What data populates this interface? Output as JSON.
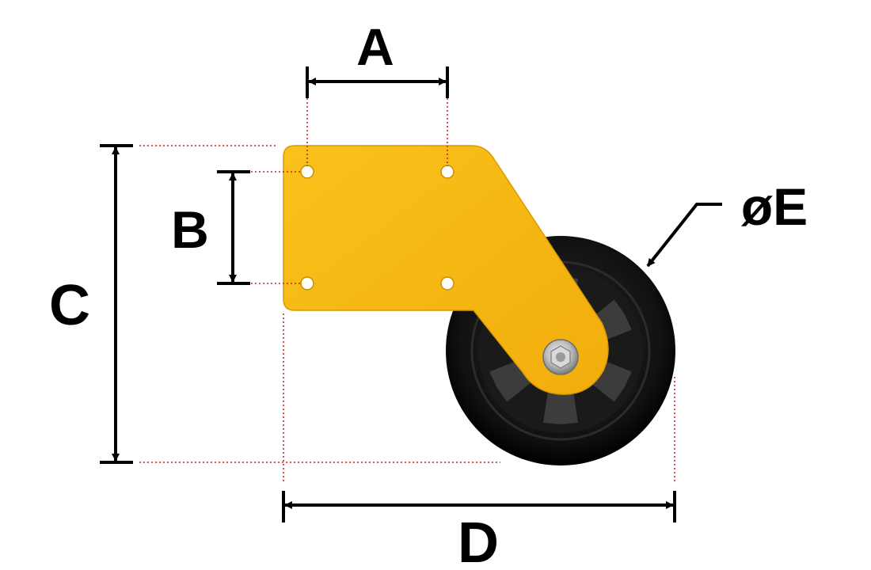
{
  "labels": {
    "a": "A",
    "b": "B",
    "c": "C",
    "d": "D",
    "e": "øE"
  },
  "colors": {
    "bracket": "#f6b814",
    "bracket_shadow": "#d99a00",
    "tire": "#111111",
    "hub": "#1c1c1c",
    "spoke_window": "#3a3a3a",
    "axle_nut": "#c8c8c8",
    "dimension_line": "#000000",
    "extension_line": "#cc2222",
    "background": "#ffffff"
  },
  "icons": {
    "product": "caster-wheel-bracket-icon"
  }
}
